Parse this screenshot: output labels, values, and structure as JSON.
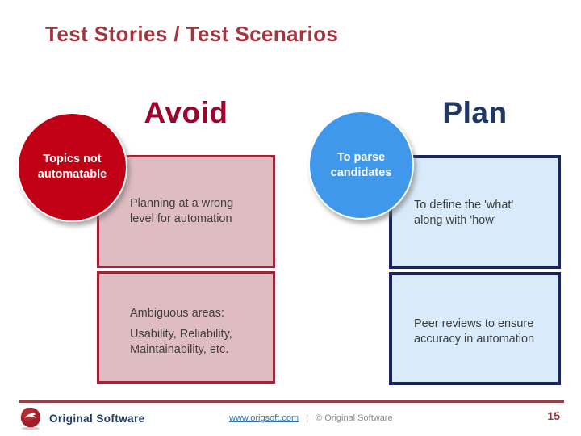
{
  "slide": {
    "title": "Test Stories / Test Scenarios",
    "avoid": {
      "heading": "Avoid",
      "circle_label": "Topics not\nautomatable",
      "box1_text": "Planning at a wrong\nlevel for automation",
      "box2_line1": "Ambiguous areas:",
      "box2_line2": "Usability, Reliability,\nMaintainability, etc."
    },
    "plan": {
      "heading": "Plan",
      "circle_label": "To parse\ncandidates",
      "box1_text": "To define the 'what'\nalong with 'how'",
      "box2_text": "Peer reviews to ensure\naccuracy in automation"
    },
    "footer": {
      "logo_text": "Original Software",
      "link": "www.origsoft.com",
      "separator": "|",
      "copyright": "© Original Software",
      "page_number": "15"
    }
  },
  "colors": {
    "title-red": "#A4343E",
    "avoid-red": "#A00029",
    "circle-red": "#C10016",
    "pink-fill": "#DFBCC2",
    "crimson-border": "#A02438",
    "plan-navy": "#1F3864",
    "navy-border": "#17255A",
    "blue-fill": "#D9EBFA",
    "circle-blue": "#3F98EA",
    "body-text": "#3F3F3F",
    "maroon-line": "#963F48",
    "link-blue": "#2E75B6",
    "footer-gray": "#8A8A8A"
  }
}
